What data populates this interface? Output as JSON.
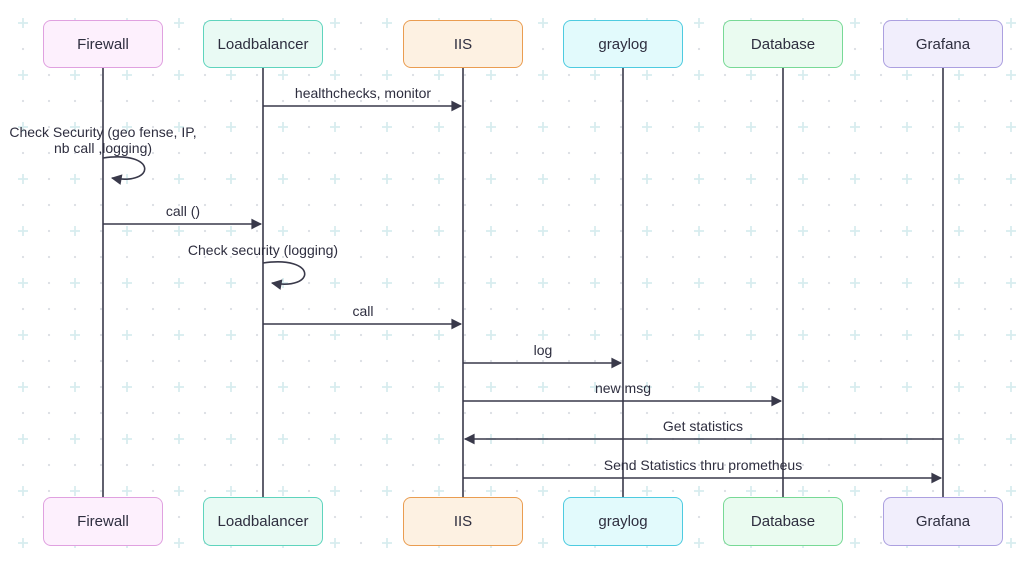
{
  "diagram": {
    "type": "sequence-diagram",
    "actors": [
      {
        "id": "firewall",
        "label": "Firewall",
        "fill": "#fdf0fd",
        "border": "#e0a1e0"
      },
      {
        "id": "loadbalancer",
        "label": "Loadbalancer",
        "fill": "#e9faf4",
        "border": "#5fd4bd"
      },
      {
        "id": "iis",
        "label": "IIS",
        "fill": "#fdf1e2",
        "border": "#ea9d51"
      },
      {
        "id": "graylog",
        "label": "graylog",
        "fill": "#e2fafc",
        "border": "#4ecbe0"
      },
      {
        "id": "database",
        "label": "Database",
        "fill": "#eafbf0",
        "border": "#78d996"
      },
      {
        "id": "grafana",
        "label": "Grafana",
        "fill": "#f1eefc",
        "border": "#aca0e0"
      }
    ],
    "messages": [
      {
        "from": "loadbalancer",
        "to": "iis",
        "type": "arrow",
        "label": "healthchecks, monitor"
      },
      {
        "from": "firewall",
        "to": "firewall",
        "type": "self",
        "label_lines": [
          "Check Security (geo fense, IP,",
          "nb call ,logging)"
        ]
      },
      {
        "from": "firewall",
        "to": "loadbalancer",
        "type": "arrow",
        "label": "call ()"
      },
      {
        "from": "loadbalancer",
        "to": "loadbalancer",
        "type": "self",
        "label_lines": [
          "Check security (logging)"
        ]
      },
      {
        "from": "loadbalancer",
        "to": "iis",
        "type": "arrow",
        "label": "call"
      },
      {
        "from": "iis",
        "to": "graylog",
        "type": "arrow",
        "label": "log"
      },
      {
        "from": "iis",
        "to": "database",
        "type": "arrow",
        "label": "new msg"
      },
      {
        "from": "grafana",
        "to": "iis",
        "type": "arrow",
        "label": "Get statistics"
      },
      {
        "from": "iis",
        "to": "grafana",
        "type": "arrow",
        "label": "Send Statistics thru prometheus"
      }
    ],
    "colors": {
      "line": "#39394a",
      "text": "#2e2e3f",
      "grid_plus": "#d8edef",
      "grid_dot": "#dbdee3",
      "background": "#ffffff"
    }
  }
}
